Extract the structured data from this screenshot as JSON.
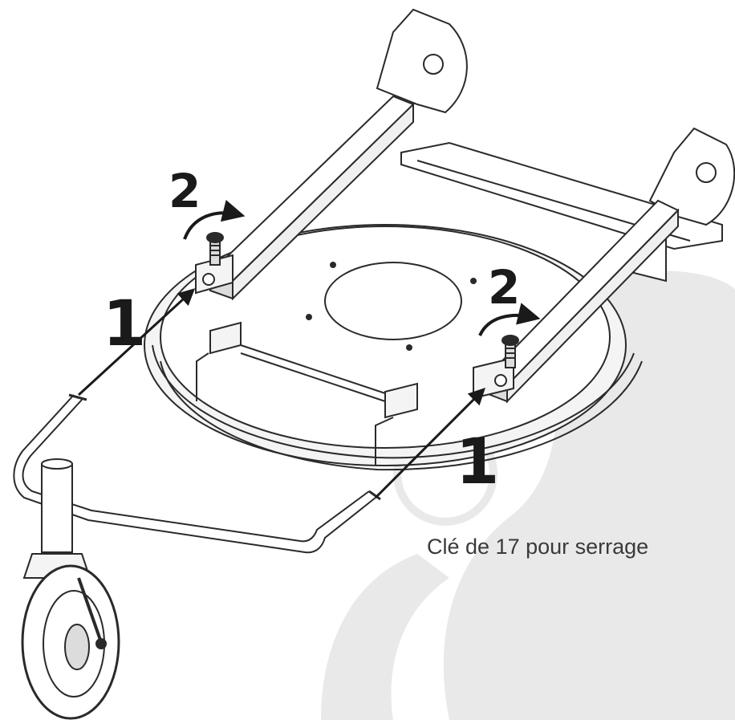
{
  "diagram": {
    "step_labels": {
      "step_1_left": "1",
      "step_1_right": "1",
      "step_2_left": "2",
      "step_2_right": "2"
    },
    "caption": "Clé de 17 pour serrage",
    "colors": {
      "line": "#2a2a2a",
      "fill_light": "#f4f4f4",
      "fill_mid": "#dcdcdc",
      "watermark": "#e9e9e9",
      "text": "#3a3a3a"
    },
    "icons": {
      "watermark": "logo-watermark",
      "rotation": "curved-arrow-icon",
      "insertion": "straight-arrow-icon"
    }
  }
}
